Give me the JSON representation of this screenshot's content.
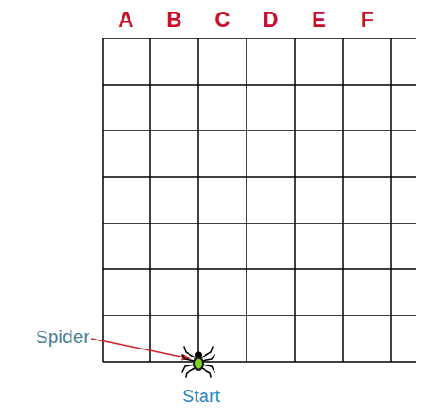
{
  "diagram": {
    "labels": [
      "A",
      "B",
      "C",
      "D",
      "E",
      "F",
      "Spider",
      "Start"
    ]
  }
}
